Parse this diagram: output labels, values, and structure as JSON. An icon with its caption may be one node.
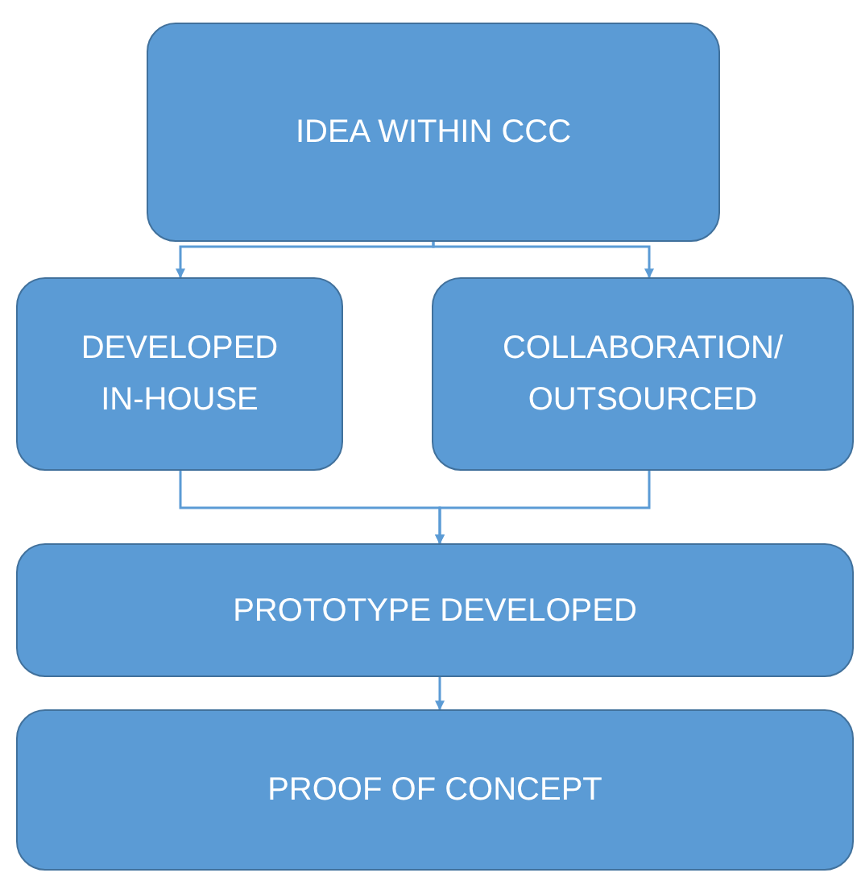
{
  "diagram": {
    "nodes": [
      {
        "text": [
          "IDEA WITHIN CCC"
        ]
      },
      {
        "text": [
          "DEVELOPED IN-HOUSE"
        ]
      },
      {
        "text": [
          "COLLABORATION/ OUTSOURCED"
        ]
      },
      {
        "text": [
          "PROTOTYPE DEVELOPED"
        ]
      },
      {
        "text": [
          "PROOF OF CONCEPT"
        ]
      }
    ],
    "edges": [
      {
        "from": 0,
        "to": 1,
        "arrow": "to"
      },
      {
        "from": 0,
        "to": 2,
        "arrow": "to"
      },
      {
        "from": 1,
        "to": 3,
        "arrow": "to"
      },
      {
        "from": 2,
        "to": 3,
        "arrow": "to"
      },
      {
        "from": 3,
        "to": 4,
        "arrow": "to"
      }
    ]
  }
}
